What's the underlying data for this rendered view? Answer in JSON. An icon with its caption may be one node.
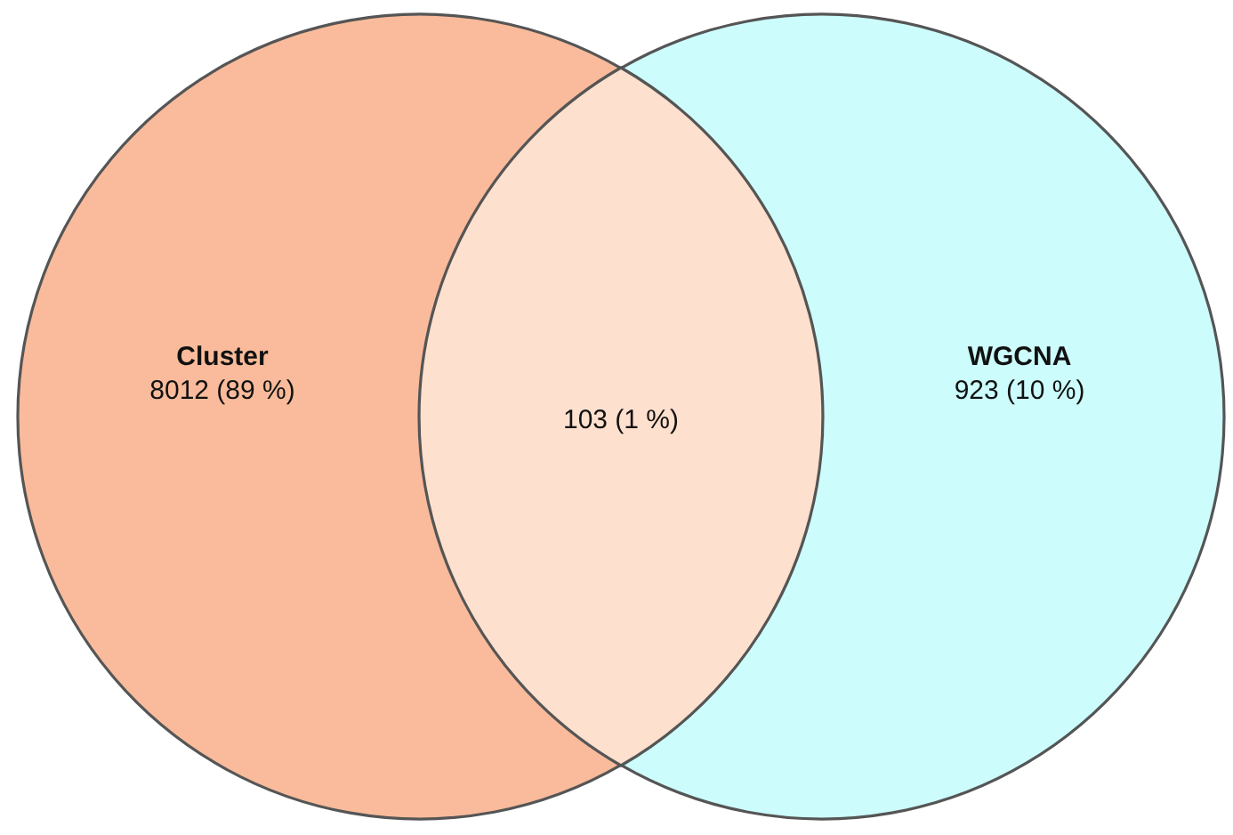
{
  "diagram": {
    "nodes": [
      {
        "text": [
          "Cluster",
          "8012 (89 %)"
        ]
      },
      {
        "text": [
          "WGCNA",
          "923 (10 %)"
        ]
      },
      {
        "text": [
          "103 (1 %)"
        ]
      }
    ]
  }
}
